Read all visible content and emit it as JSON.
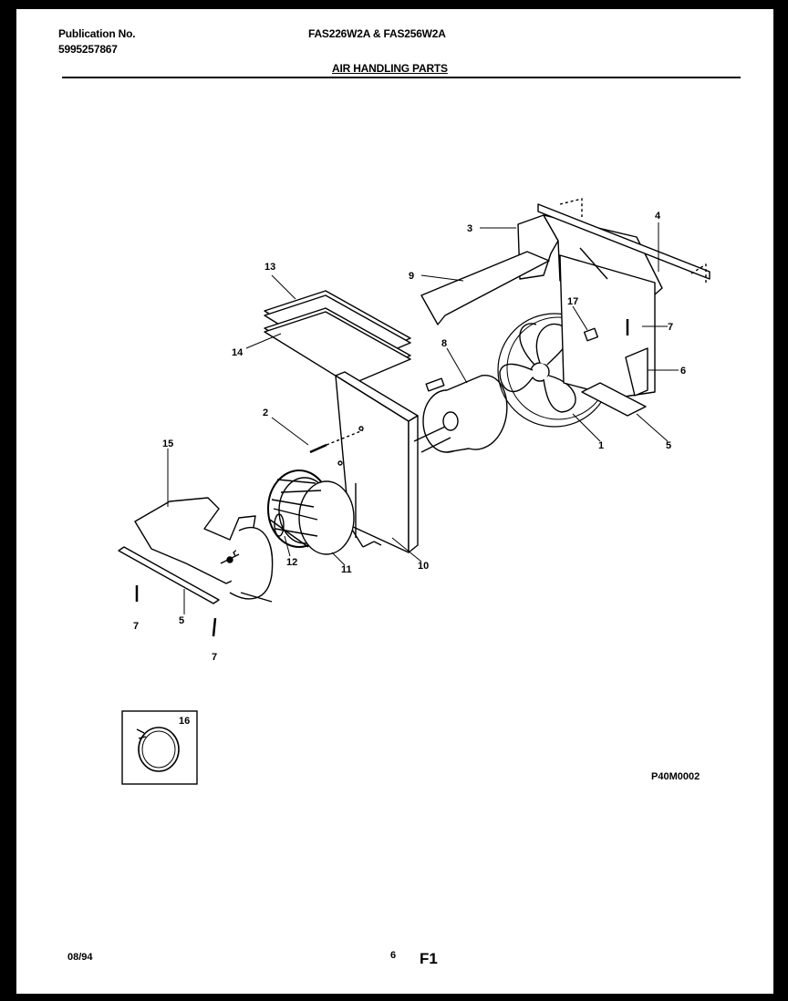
{
  "header": {
    "publication_label": "Publication No.",
    "publication_number": "5995257867",
    "models": "FAS226W2A & FAS256W2A",
    "section_title": "AIR HANDLING PARTS"
  },
  "diagram": {
    "drawing_id": "P40M0002",
    "callouts": [
      "1",
      "2",
      "3",
      "4",
      "5",
      "5",
      "6",
      "7",
      "7",
      "7",
      "8",
      "9",
      "10",
      "11",
      "12",
      "13",
      "14",
      "15",
      "16",
      "17"
    ]
  },
  "footer": {
    "date": "08/94",
    "page": "6",
    "section": "F1"
  }
}
